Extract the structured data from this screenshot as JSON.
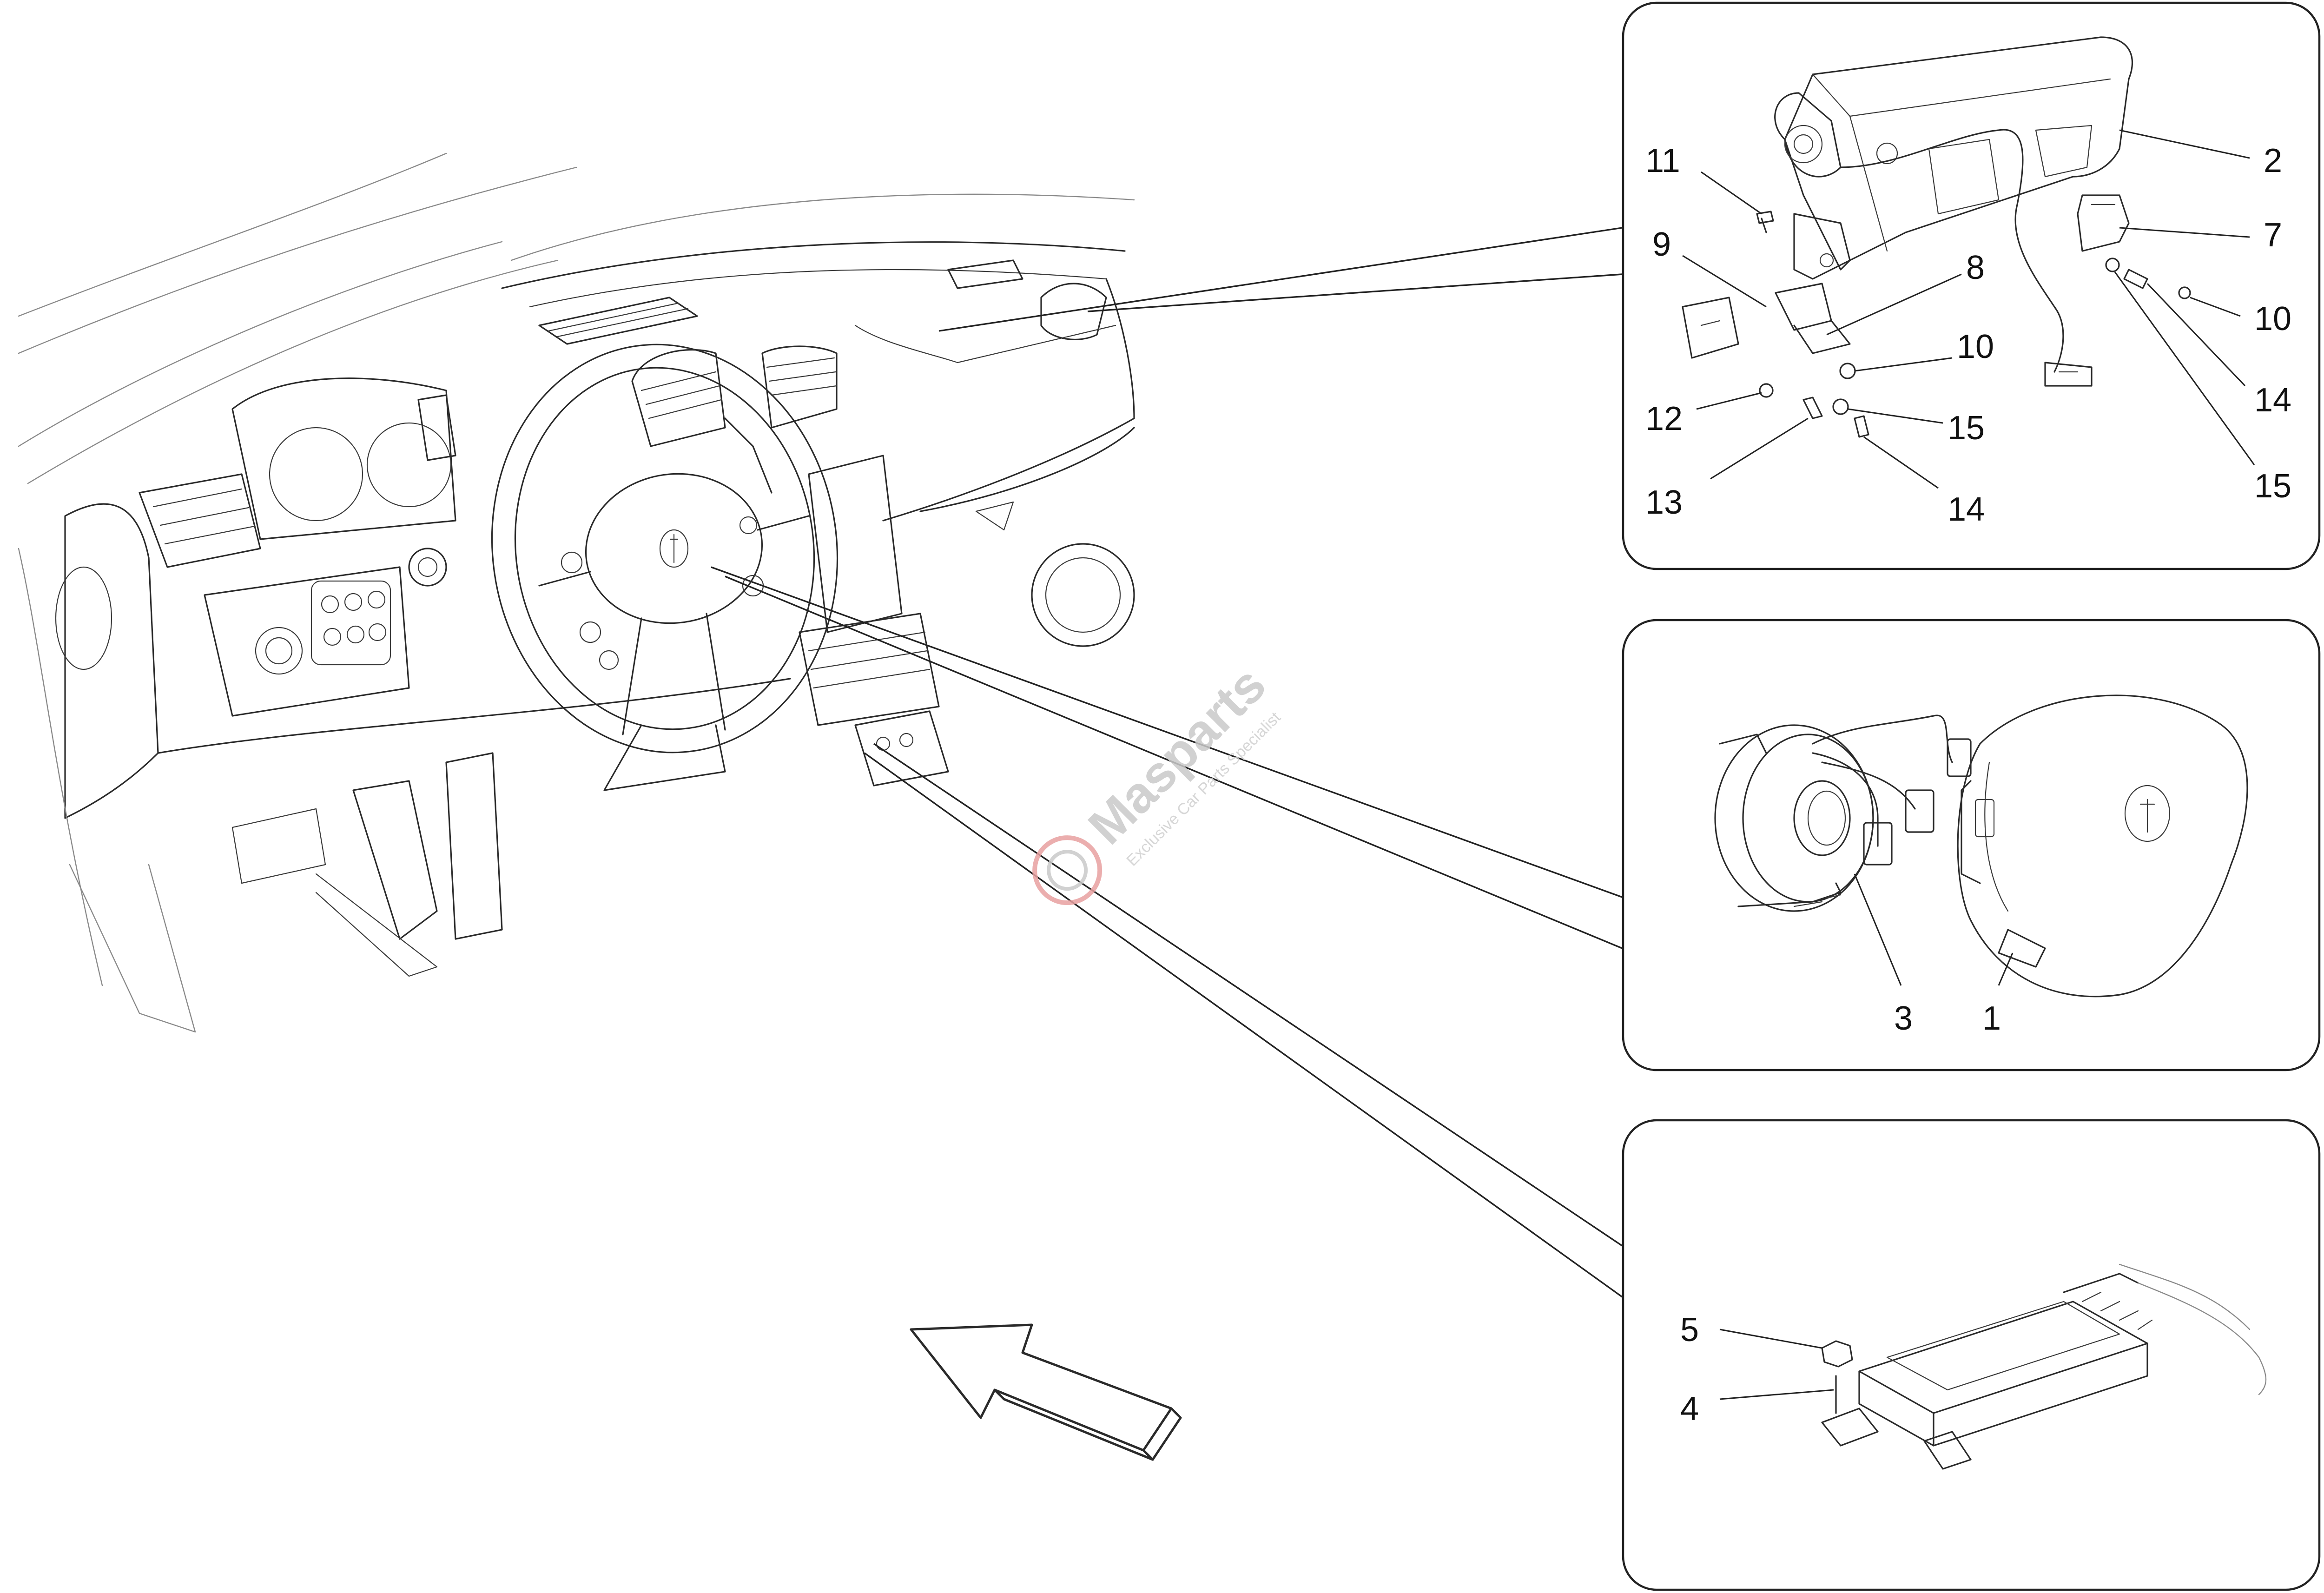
{
  "diagram": {
    "callouts": [
      {
        "id": "p2",
        "number": "2"
      },
      {
        "id": "p11",
        "number": "11"
      },
      {
        "id": "p7",
        "number": "7"
      },
      {
        "id": "p9",
        "number": "9"
      },
      {
        "id": "p8",
        "number": "8"
      },
      {
        "id": "p10a",
        "number": "10"
      },
      {
        "id": "p10b",
        "number": "10"
      },
      {
        "id": "p12",
        "number": "12"
      },
      {
        "id": "p15a",
        "number": "15"
      },
      {
        "id": "p14a",
        "number": "14"
      },
      {
        "id": "p13",
        "number": "13"
      },
      {
        "id": "p14b",
        "number": "14"
      },
      {
        "id": "p15b",
        "number": "15"
      },
      {
        "id": "p3",
        "number": "3"
      },
      {
        "id": "p1",
        "number": "1"
      },
      {
        "id": "p5",
        "number": "5"
      },
      {
        "id": "p4",
        "number": "4"
      }
    ],
    "panels": [
      {
        "id": "passenger-airbag-panel",
        "content": "passenger airbag assembly"
      },
      {
        "id": "driver-airbag-panel",
        "content": "driver airbag and clock spring"
      },
      {
        "id": "control-unit-panel",
        "content": "airbag control unit"
      }
    ]
  },
  "watermark": {
    "brand": "Masparts",
    "tagline": "Exclusive Car Parts Specialist"
  },
  "colors": {
    "ink": "#2a2a2a",
    "panel_border": "#222222",
    "watermark": "#c9c9c9",
    "watermark_accent": "#e8a0a0"
  }
}
